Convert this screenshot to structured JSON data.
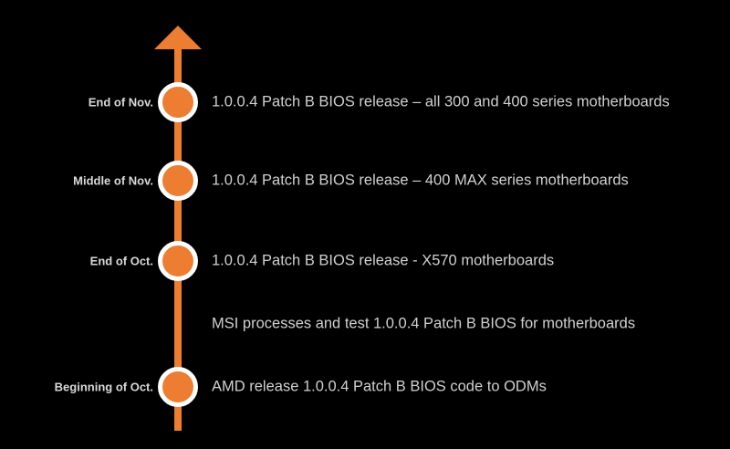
{
  "timeline": {
    "accent_color": "#ed7d31",
    "events": [
      {
        "date": "End of Nov.",
        "text": "1.0.0.4 Patch B BIOS release –  all 300 and 400 series motherboards",
        "has_marker": true
      },
      {
        "date": "Middle of Nov.",
        "text": "1.0.0.4 Patch B BIOS release – 400 MAX series motherboards",
        "has_marker": true
      },
      {
        "date": "End of Oct.",
        "text": "1.0.0.4 Patch B BIOS release - X570 motherboards",
        "has_marker": true
      },
      {
        "date": "",
        "text": "MSI processes and test 1.0.0.4 Patch B BIOS for motherboards",
        "has_marker": false
      },
      {
        "date": "Beginning of Oct.",
        "text": "AMD release 1.0.0.4 Patch B BIOS code to ODMs",
        "has_marker": true
      }
    ]
  }
}
